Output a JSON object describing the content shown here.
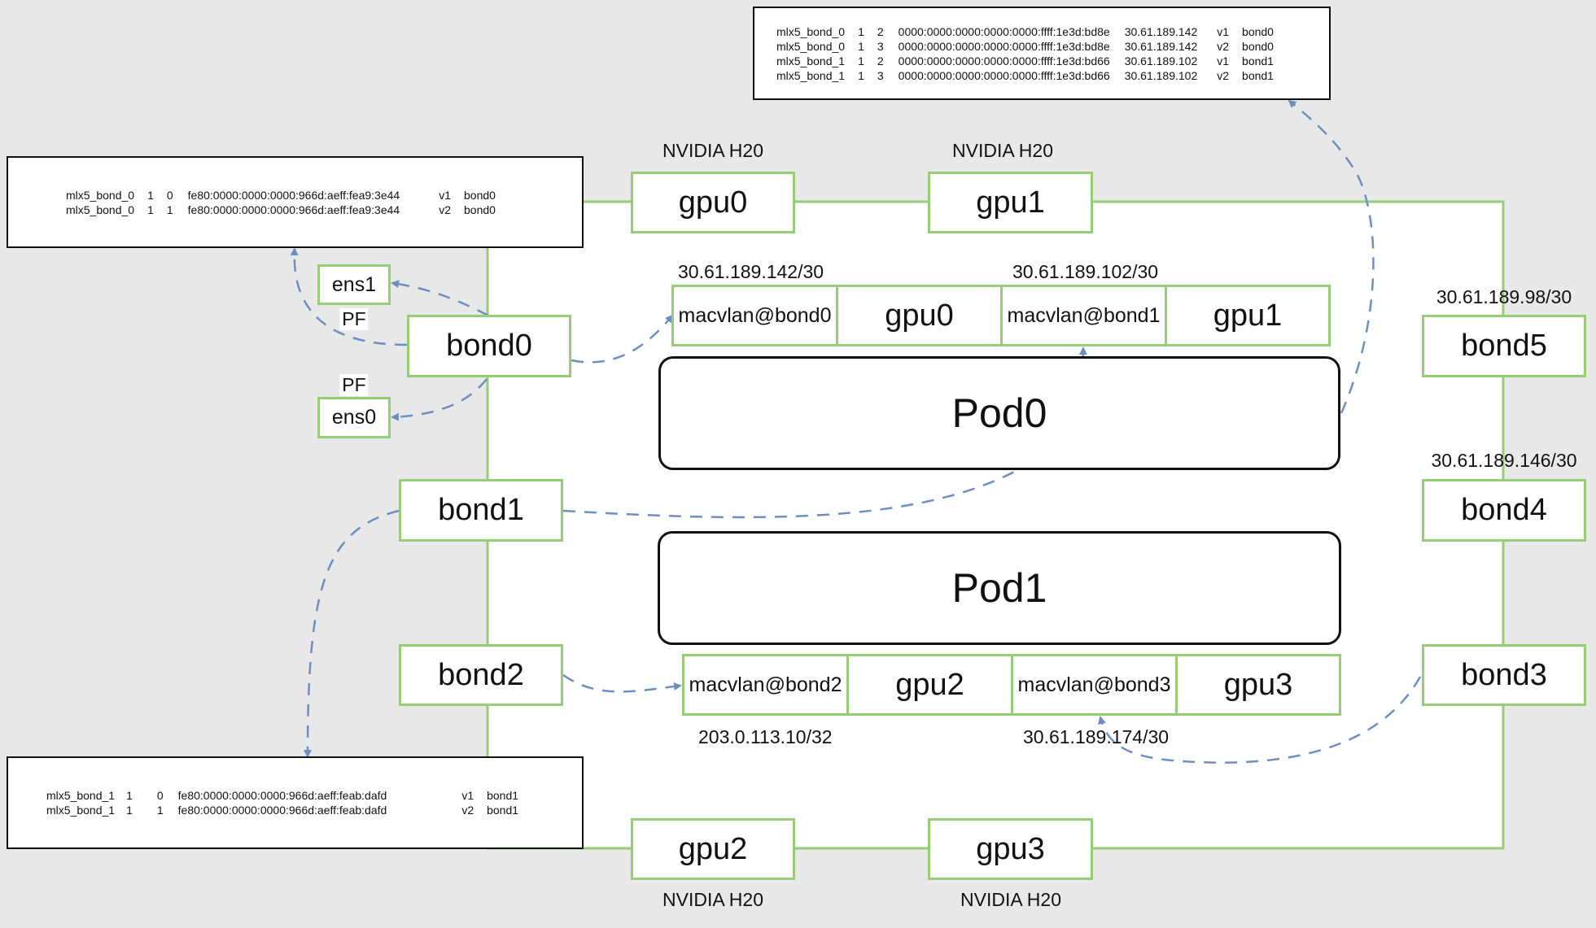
{
  "labels": {
    "nvidia_gpu0": "NVIDIA H20",
    "nvidia_gpu1": "NVIDIA H20",
    "nvidia_gpu2": "NVIDIA H20",
    "nvidia_gpu3": "NVIDIA H20",
    "ip_macvlan_bond0": "30.61.189.142/30",
    "ip_macvlan_bond1": "30.61.189.102/30",
    "ip_macvlan_bond2": "203.0.113.10/32",
    "ip_macvlan_bond3": "30.61.189.174/30",
    "ip_bond5": "30.61.189.98/30",
    "ip_bond4": "30.61.189.146/30",
    "pf_ens1": "PF",
    "pf_ens0": "PF"
  },
  "nodes": {
    "gpu0": "gpu0",
    "gpu1": "gpu1",
    "gpu2": "gpu2",
    "gpu3": "gpu3",
    "bond0": "bond0",
    "bond1": "bond1",
    "bond2": "bond2",
    "bond3": "bond3",
    "bond4": "bond4",
    "bond5": "bond5",
    "ens1": "ens1",
    "ens0": "ens0",
    "pod0": "Pod0",
    "pod1": "Pod1",
    "pod0_macvlan_bond0": "macvlan@bond0",
    "pod0_gpu0": "gpu0",
    "pod0_macvlan_bond1": "macvlan@bond1",
    "pod0_gpu1": "gpu1",
    "pod1_macvlan_bond2": "macvlan@bond2",
    "pod1_gpu2": "gpu2",
    "pod1_macvlan_bond3": "macvlan@bond3",
    "pod1_gpu3": "gpu3"
  },
  "tables": {
    "top_right": [
      [
        "mlx5_bond_0",
        "1",
        "2",
        "0000:0000:0000:0000:0000:ffff:1e3d:bd8e",
        "30.61.189.142",
        "v1",
        "bond0"
      ],
      [
        "mlx5_bond_0",
        "1",
        "3",
        "0000:0000:0000:0000:0000:ffff:1e3d:bd8e",
        "30.61.189.142",
        "v2",
        "bond0"
      ],
      [
        "mlx5_bond_1",
        "1",
        "2",
        "0000:0000:0000:0000:0000:ffff:1e3d:bd66",
        "30.61.189.102",
        "v1",
        "bond1"
      ],
      [
        "mlx5_bond_1",
        "1",
        "3",
        "0000:0000:0000:0000:0000:ffff:1e3d:bd66",
        "30.61.189.102",
        "v2",
        "bond1"
      ]
    ],
    "top_left": [
      [
        "mlx5_bond_0",
        "1",
        "0",
        "fe80:0000:0000:0000:966d:aeff:fea9:3e44",
        "v1",
        "bond0"
      ],
      [
        "mlx5_bond_0",
        "1",
        "1",
        "fe80:0000:0000:0000:966d:aeff:fea9:3e44",
        "v2",
        "bond0"
      ]
    ],
    "bottom_left": [
      [
        "mlx5_bond_1",
        "1",
        "0",
        "fe80:0000:0000:0000:966d:aeff:feab:dafd",
        "v1",
        "bond1"
      ],
      [
        "mlx5_bond_1",
        "1",
        "1",
        "fe80:0000:0000:0000:966d:aeff:feab:dafd",
        "v2",
        "bond1"
      ]
    ]
  },
  "colors": {
    "box_border": "#97cd76",
    "arrow": "#6d8fc0",
    "background": "#e8e8e8"
  }
}
